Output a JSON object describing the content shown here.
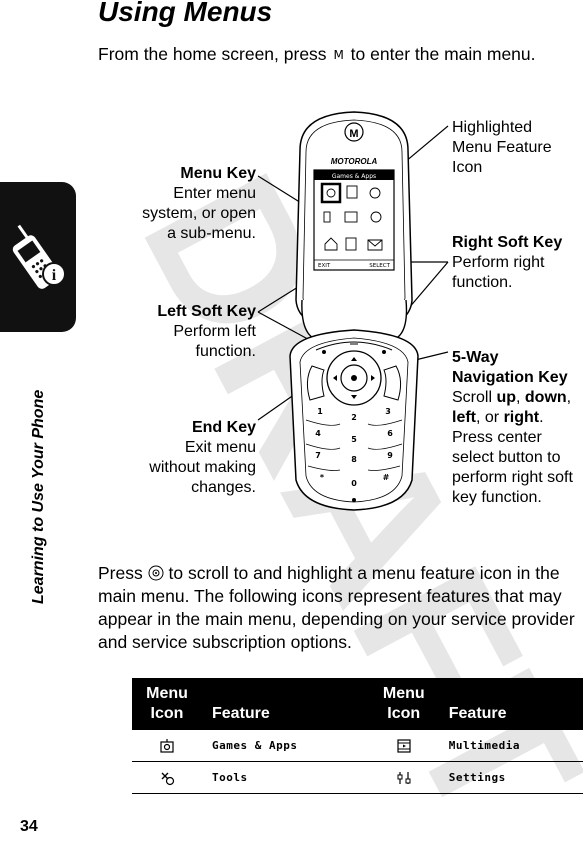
{
  "watermark": "DRAFT",
  "page_number": "34",
  "side_label": "Learning to Use Your Phone",
  "title": "Using Menus",
  "intro": {
    "before": "From the home screen, press",
    "key_glyph": "M",
    "after": "to enter the main menu."
  },
  "phone": {
    "brand": "MOTOROLA",
    "screen_header": "Games & Apps",
    "screen_left": "EXIT",
    "screen_right": "SELECT"
  },
  "callouts": {
    "menu_key": {
      "heading": "Menu Key",
      "lines": [
        "Enter menu",
        "system, or open",
        "a sub-menu."
      ]
    },
    "left_soft_key": {
      "heading": "Left Soft Key",
      "lines": [
        "Perform left",
        "function."
      ]
    },
    "end_key": {
      "heading": "End Key",
      "lines": [
        "Exit menu",
        "without making",
        "changes."
      ]
    },
    "highlighted": {
      "lines": [
        "Highlighted",
        "Menu Feature",
        "Icon"
      ]
    },
    "right_soft_key": {
      "heading": "Right Soft Key",
      "lines": [
        "Perform right",
        "function."
      ]
    },
    "nav_key": {
      "heading_lines": [
        "5-Way",
        "Navigation Key"
      ],
      "scroll": "Scroll",
      "up": "up",
      "down": "down",
      "left": "left",
      "or": "or",
      "right": "right",
      "rest_lines": [
        "Press center",
        "select button to",
        "perform right soft",
        "key function."
      ]
    }
  },
  "scroll_para": {
    "before": "Press",
    "after": "to scroll to and highlight a menu feature icon in the main menu. The following icons represent features that may appear in the main menu, depending on your service provider and service subscription options."
  },
  "table": {
    "headers": {
      "icon": "Menu Icon",
      "feature": "Feature"
    },
    "rows": [
      {
        "icon1": "games-apps-icon",
        "feature1": "Games & Apps",
        "icon2": "multimedia-icon",
        "feature2": "Multimedia"
      },
      {
        "icon1": "tools-icon",
        "feature1": "Tools",
        "icon2": "settings-icon",
        "feature2": "Settings"
      }
    ]
  }
}
